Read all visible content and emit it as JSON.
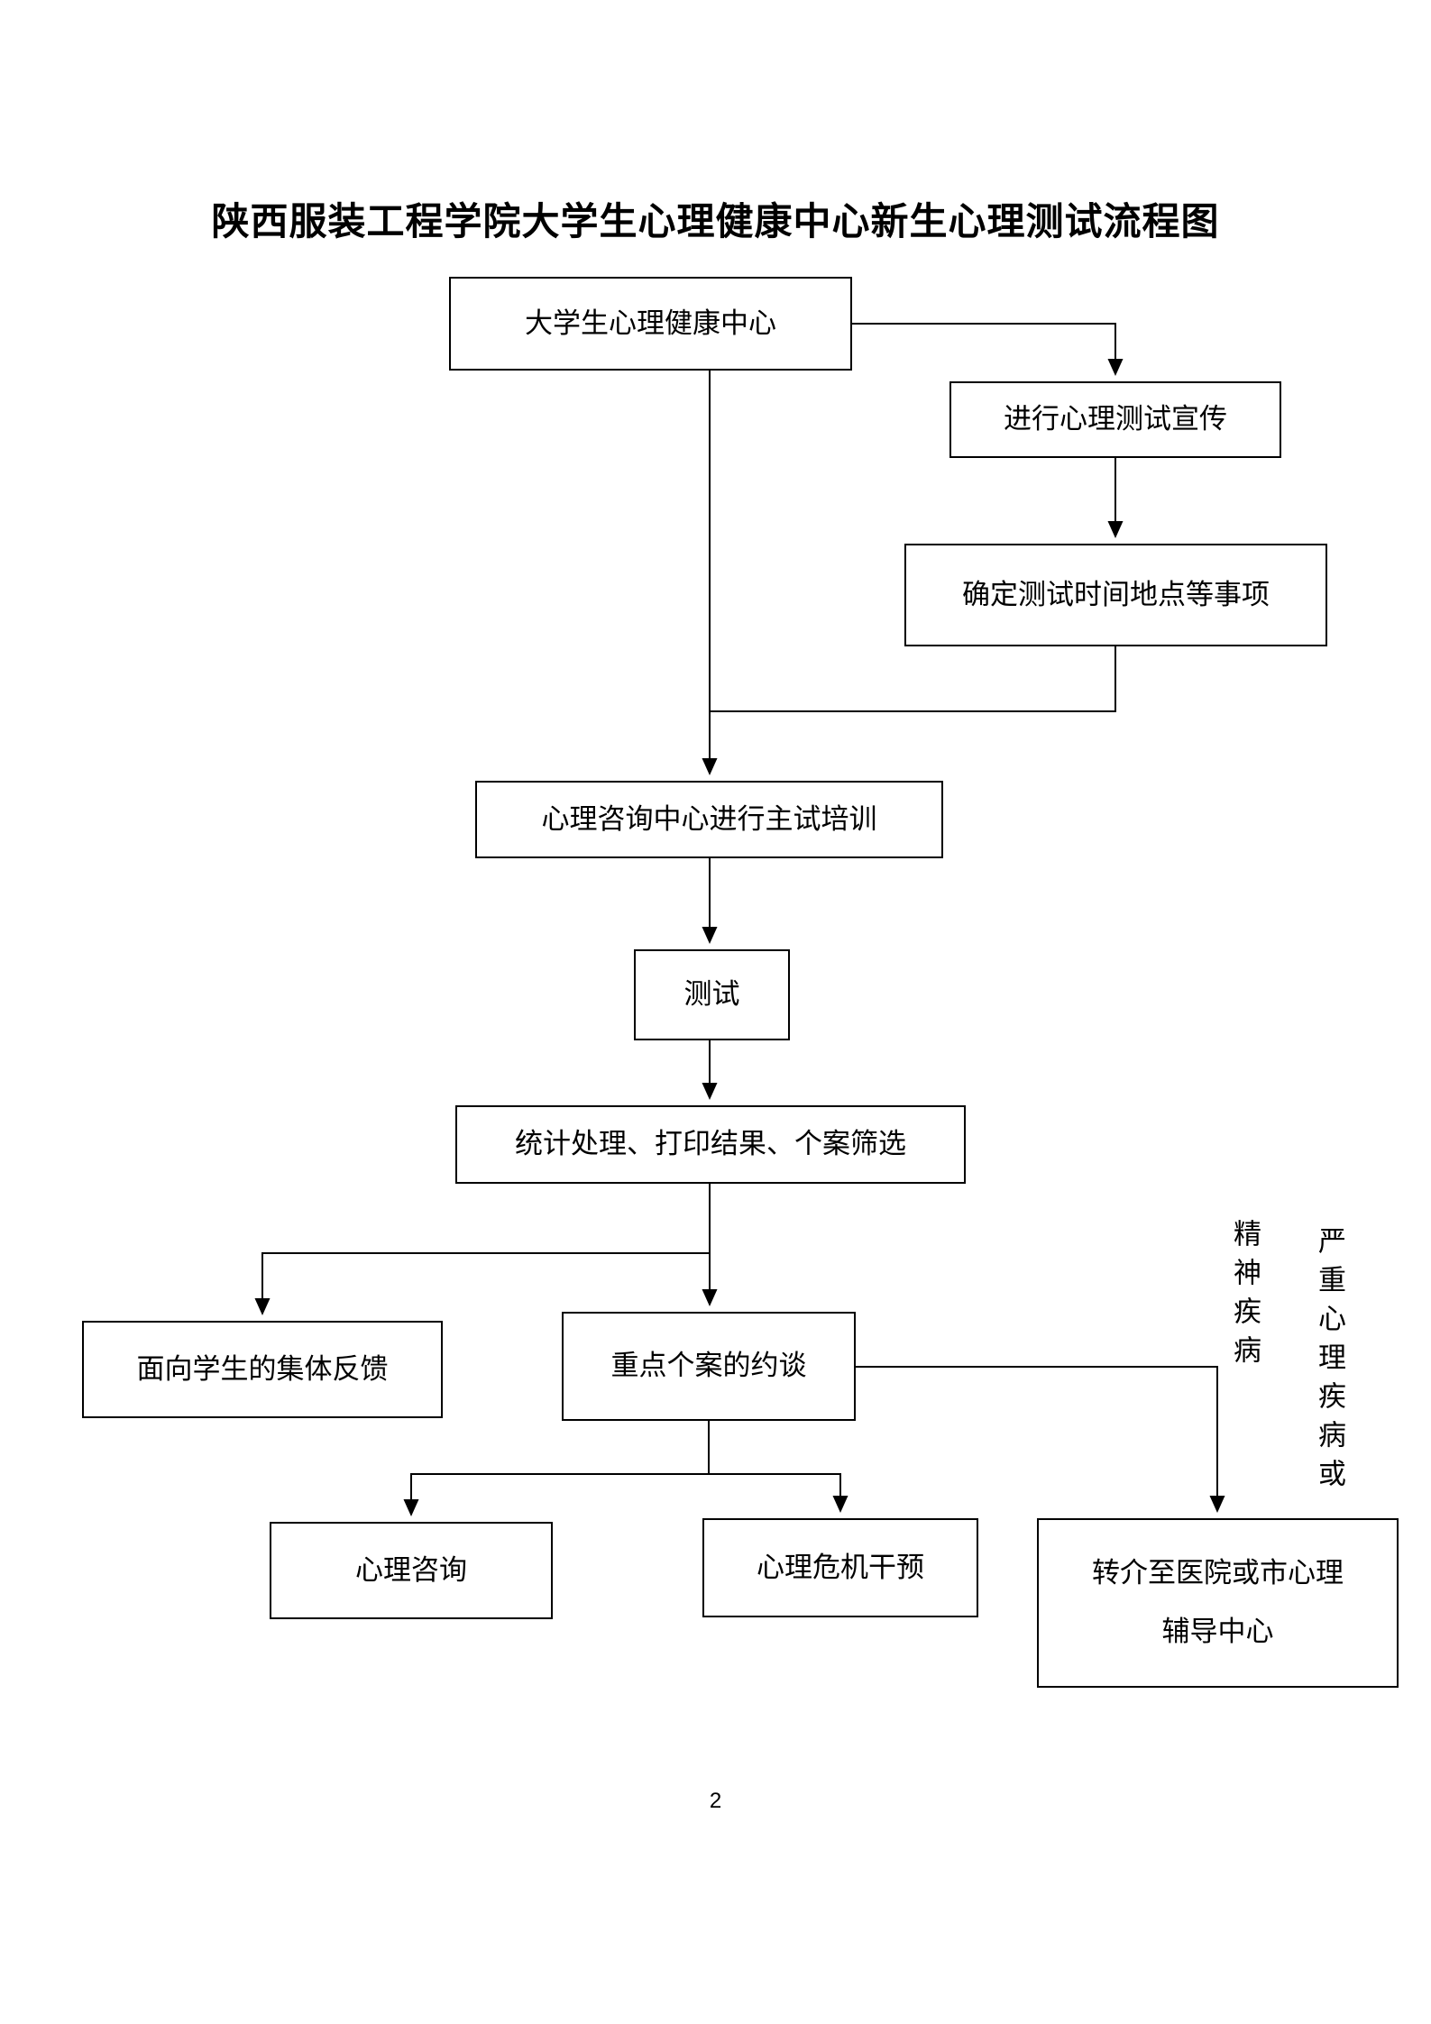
{
  "page": {
    "title": "陕西服装工程学院大学生心理健康中心新生心理测试流程图",
    "page_number": "2"
  },
  "flowchart": {
    "nodes": {
      "health_center": {
        "label": "大学生心理健康中心"
      },
      "publicity": {
        "label": "进行心理测试宣传"
      },
      "schedule": {
        "label": "确定测试时间地点等事项"
      },
      "training": {
        "label": "心理咨询中心进行主试培训"
      },
      "test": {
        "label": "测试"
      },
      "statistics": {
        "label": "统计处理、打印结果、个案筛选"
      },
      "group_feedback": {
        "label": "面向学生的集体反馈"
      },
      "key_case_interview": {
        "label": "重点个案的约谈"
      },
      "counseling": {
        "label": "心理咨询"
      },
      "crisis_intervention": {
        "label": "心理危机干预"
      },
      "referral": {
        "label_line1": "转介至医院或市心理",
        "label_line2": "辅导中心"
      }
    },
    "edge_labels": {
      "severe_psych": "严重心理疾病或",
      "mental_illness": "精神疾病"
    }
  }
}
